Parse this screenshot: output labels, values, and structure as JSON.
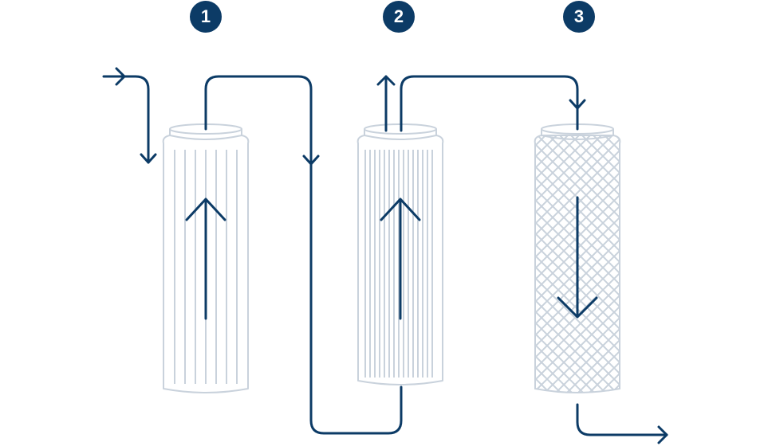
{
  "steps": [
    {
      "label": "1",
      "type": "pleated-coarse"
    },
    {
      "label": "2",
      "type": "pleated-fine"
    },
    {
      "label": "3",
      "type": "mesh"
    }
  ],
  "colors": {
    "flow": "#0c3b66",
    "filter_outline": "#c9d2dc",
    "badge": "#0c3b66",
    "background": "#ffffff"
  }
}
